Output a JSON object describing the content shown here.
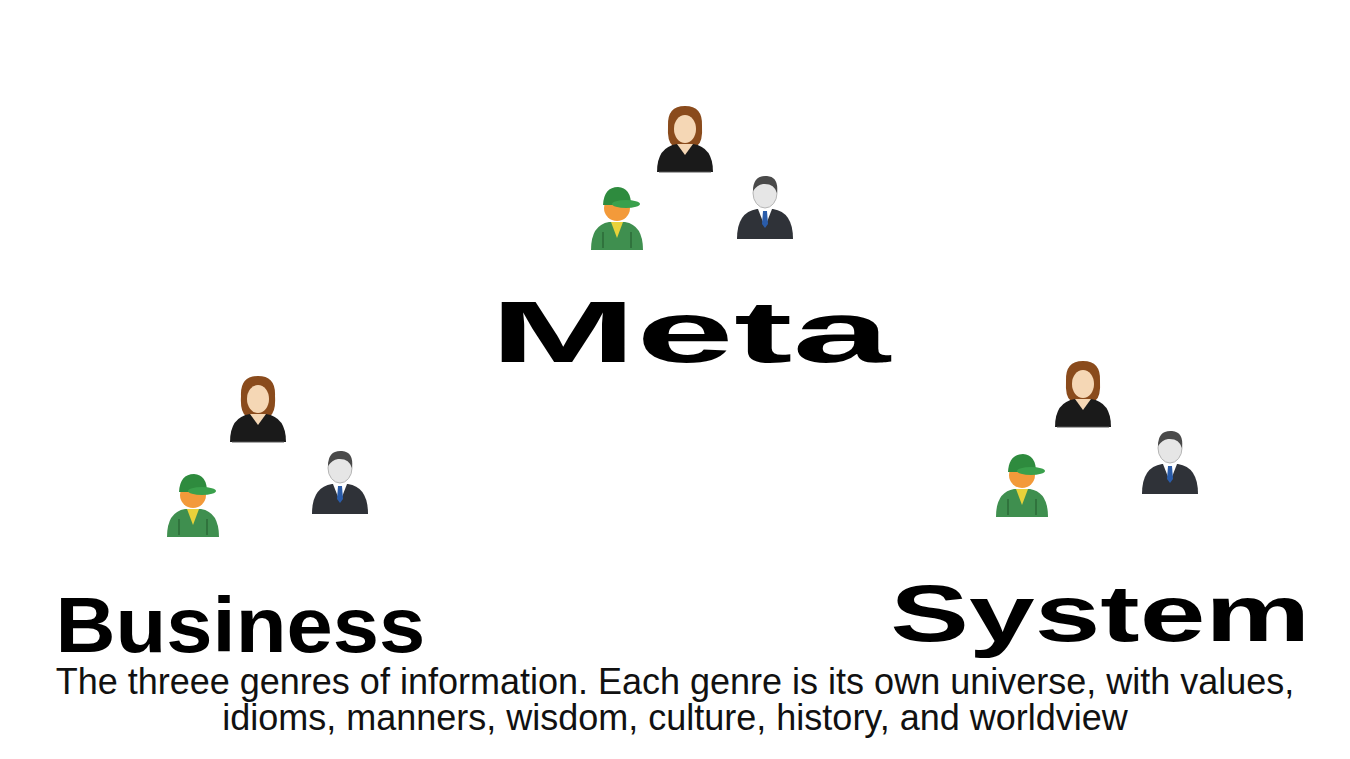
{
  "diagram": {
    "caption": "The threee genres of information. Each genre is its own universe, with values, idioms, manners, wisdom, culture, history, and worldview",
    "nodes": [
      {
        "text": [
          "Meta"
        ]
      },
      {
        "text": [
          "Business"
        ]
      },
      {
        "text": [
          "System"
        ]
      }
    ]
  }
}
